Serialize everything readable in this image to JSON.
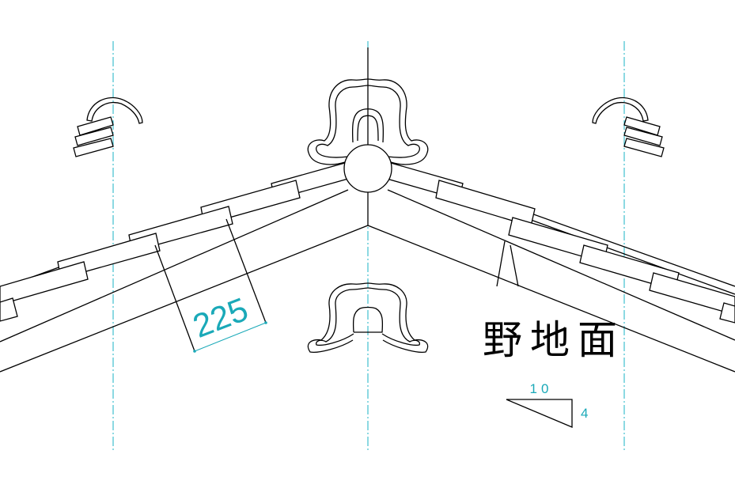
{
  "labels": {
    "surface": "野地面",
    "dimension": "225",
    "slope_run": "10",
    "slope_rise": "4"
  },
  "colors": {
    "line": "#000000",
    "centerline": "#1ab3c4",
    "dimension": "#1aa9b8",
    "background": "#ffffff"
  }
}
